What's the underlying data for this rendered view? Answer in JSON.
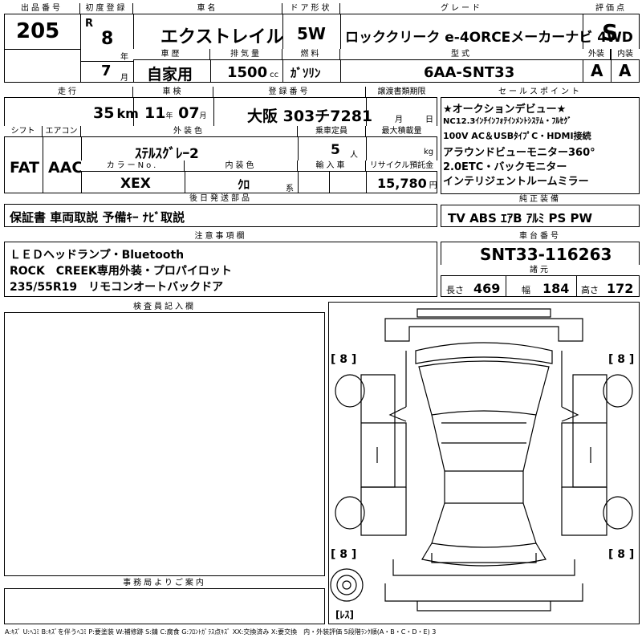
{
  "header": {
    "lot_label": "出品番号",
    "lot_no": "205",
    "first_reg_label": "初度登録",
    "era": "R",
    "year": "8",
    "year_unit": "年",
    "month": "7",
    "month_unit": "月",
    "name_label": "車名",
    "car_name": "エクストレイル",
    "door_label": "ドア形状",
    "door": "5W",
    "grade_label": "グレード",
    "grade": "ロッククリーク e-4ORCEメーカーナビ 4WD",
    "score_label": "評価点",
    "score": "S",
    "history_label": "車歴",
    "history": "自家用",
    "disp_label": "排気量",
    "displacement": "1500",
    "disp_unit": "cc",
    "fuel_label": "燃料",
    "fuel": "ｶﾞｿﾘﾝ",
    "model_label": "型式",
    "model": "6AA-SNT33",
    "ext_label": "外装",
    "ext_grade": "A",
    "int_label": "内装",
    "int_grade": "A"
  },
  "row2": {
    "mileage_label": "走行",
    "mileage": "35",
    "mileage_unit": "km",
    "inspect_label": "車検",
    "inspect_year": "11",
    "inspect_year_unit": "年",
    "inspect_month": "07",
    "inspect_month_unit": "月",
    "regno_label": "登録番号",
    "regno": "大阪 303チ7281",
    "transfer_label": "譲渡書類期限",
    "transfer_m": "月",
    "transfer_d": "日",
    "shift_label": "シフト",
    "shift": "FAT",
    "ac_label": "エアコン",
    "ac": "AAC",
    "color_label": "外装色",
    "color": "ｽﾃﾙｽｸﾞﾚｰ2",
    "capacity_label": "乗車定員",
    "capacity": "5",
    "capacity_unit": "人",
    "load_label": "最大積載量",
    "load_unit": "kg",
    "colorno_label": "カラーNo.",
    "colorno": "XEX",
    "intcolor_label": "内装色",
    "intcolor": "ｸﾛ",
    "intcolor_unit": "系",
    "import_label": "輸入車",
    "recycle_label": "リサイクル預託金",
    "recycle": "15,780",
    "recycle_unit": "円"
  },
  "later_parts": {
    "label": "後日発送部品",
    "text": "保証書 車両取説 予備ｷｰ ﾅﾋﾞ取説"
  },
  "sales_points": {
    "label": "セールスポイント",
    "lines": [
      "★オークションデビュー★",
      "NC12.3ｲﾝﾁｲﾝﾌｫﾃｲﾝﾒﾝﾄｼｽﾃﾑ・ﾌﾙｾｸﾞ",
      "100V AC＆USBﾀｲﾌﾟC・HDMI接続",
      "アラウンドビューモニター360°",
      "2.0ETC・バックモニター",
      "インテリジェントルームミラー"
    ]
  },
  "equipment": {
    "label": "純正装備",
    "text": "TV ABS ｴｱB ｱﾙﾐ PS PW"
  },
  "notes": {
    "label": "注意事項欄",
    "lines": [
      "ＬＥＤヘッドランプ・Bluetooth",
      "ROCK　CREEK専用外装・プロパイロット",
      "235/55R19　リモコンオートバックドア"
    ]
  },
  "chassis": {
    "label": "車台番号",
    "number": "SNT33-116263",
    "specs_label": "諸元",
    "len_label": "長さ",
    "length": "469",
    "wid_label": "幅",
    "width": "184",
    "hei_label": "高さ",
    "height": "172"
  },
  "inspector": {
    "label": "検査員記入欄"
  },
  "office": {
    "label": "事務局よりご案内"
  },
  "diagram": {
    "tire_fl": "[ 8 ]",
    "tire_fr": "[ 8 ]",
    "tire_rl": "[ 8 ]",
    "tire_rr": "[ 8 ]",
    "spare": "[ﾚｽ]"
  },
  "legend": "A:ｷｽﾞ U:ﾍｺﾐ B:ｷｽﾞを伴うﾍｺﾐ P:要塗装 W:補修跡 S:錆 C:腐食 G:ﾌﾛﾝﾄｶﾞﾗｽ点ｷｽﾞ XX:交換済み X:要交換　内・外装評価 5段階ﾗﾝｸ順(A・B・C・D・E) 3"
}
